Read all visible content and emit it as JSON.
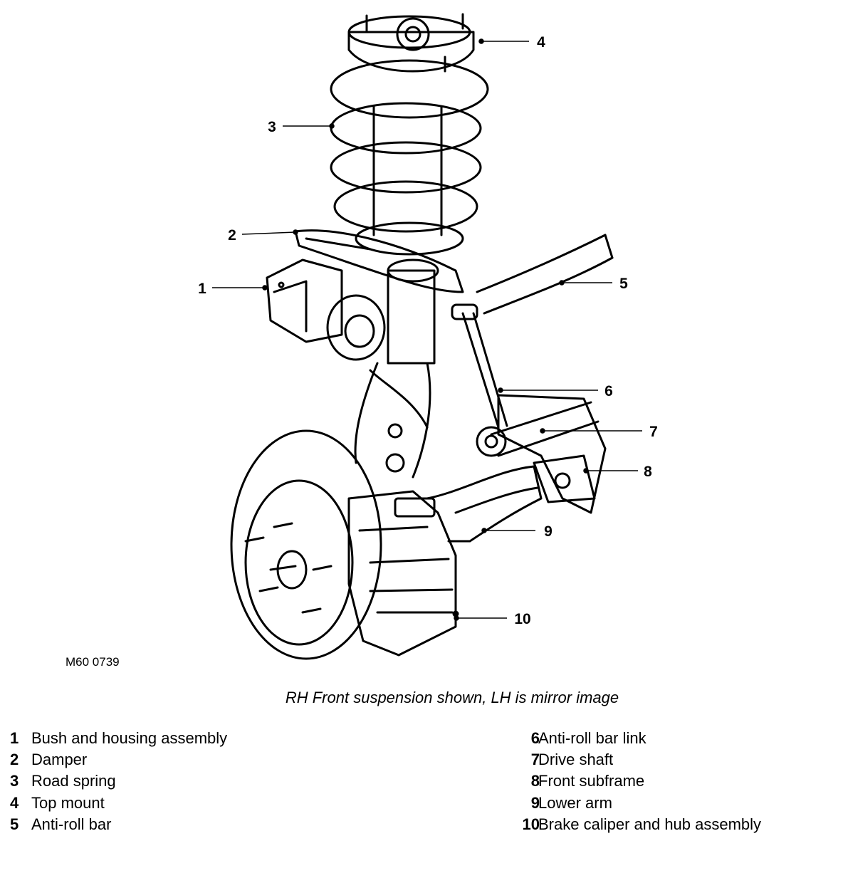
{
  "diagram": {
    "reference_code": "M60 0739",
    "callouts": [
      "1",
      "2",
      "3",
      "4",
      "5",
      "6",
      "7",
      "8",
      "9",
      "10"
    ],
    "caption": "RH Front suspension shown, LH is mirror image"
  },
  "legend": {
    "left": [
      {
        "num": "1",
        "label": "Bush and housing assembly"
      },
      {
        "num": "2",
        "label": "Damper"
      },
      {
        "num": "3",
        "label": "Road spring"
      },
      {
        "num": "4",
        "label": "Top mount"
      },
      {
        "num": "5",
        "label": "Anti-roll bar"
      }
    ],
    "right": [
      {
        "num": "6",
        "label": "Anti-roll bar link"
      },
      {
        "num": "7",
        "label": "Drive shaft"
      },
      {
        "num": "8",
        "label": "Front subframe"
      },
      {
        "num": "9",
        "label": "Lower arm"
      },
      {
        "num": "10",
        "label": "Brake caliper and hub assembly"
      }
    ]
  }
}
